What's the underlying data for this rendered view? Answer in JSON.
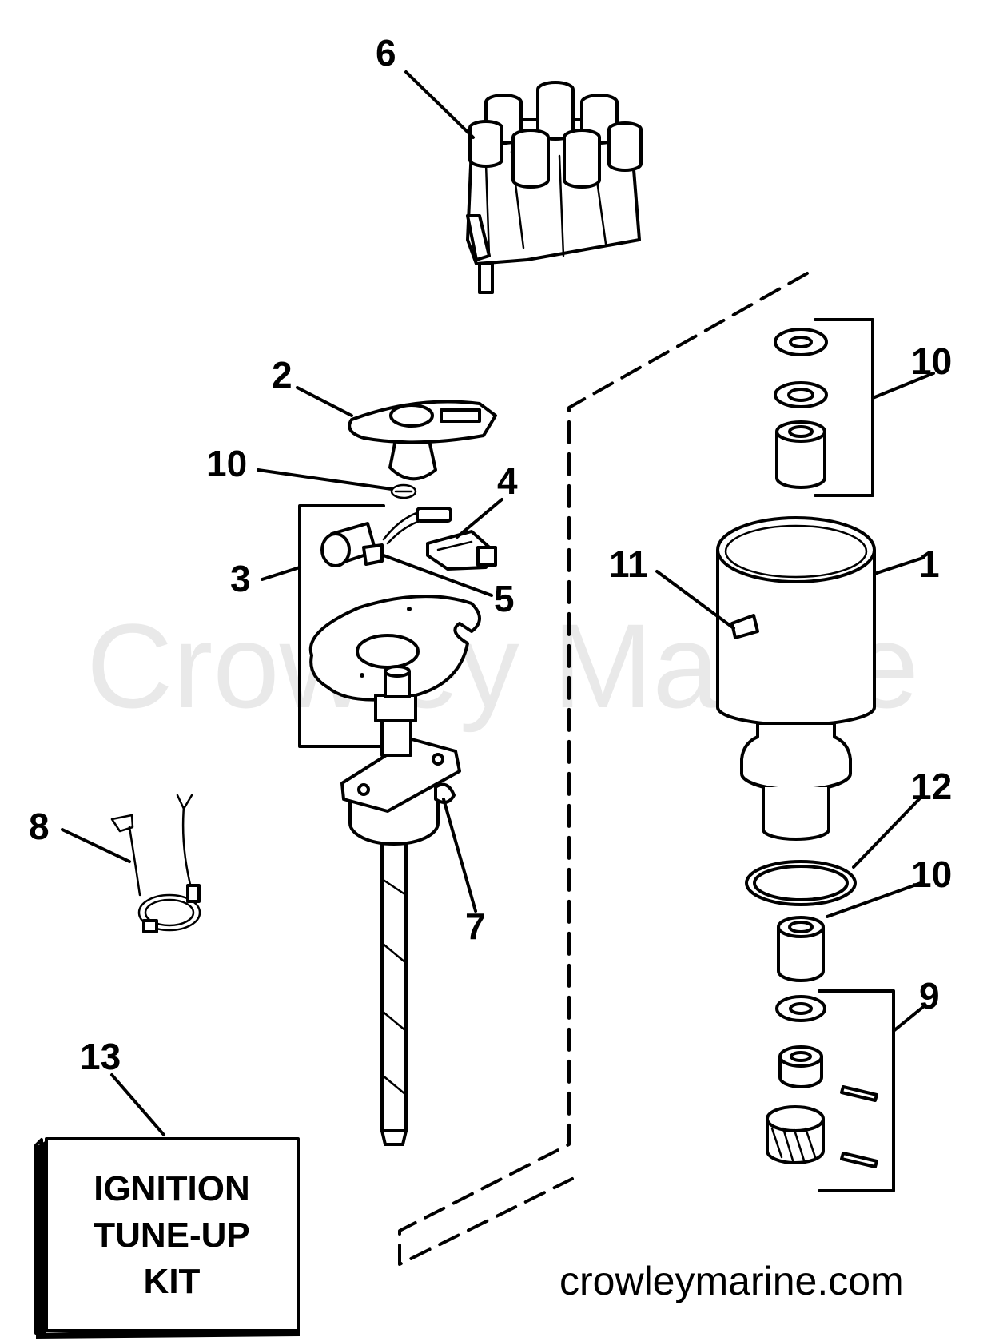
{
  "watermark": "Crowley Marine",
  "website": "crowleymarine.com",
  "kit": {
    "line1": "IGNITION",
    "line2": "TUNE-UP",
    "line3": "KIT"
  },
  "callouts": {
    "c1": "1",
    "c2": "2",
    "c3": "3",
    "c4": "4",
    "c5": "5",
    "c6": "6",
    "c7": "7",
    "c8": "8",
    "c9": "9",
    "c10_rotor": "10",
    "c10_top": "10",
    "c10_bottom": "10",
    "c11": "11",
    "c12": "12",
    "c13": "13"
  }
}
